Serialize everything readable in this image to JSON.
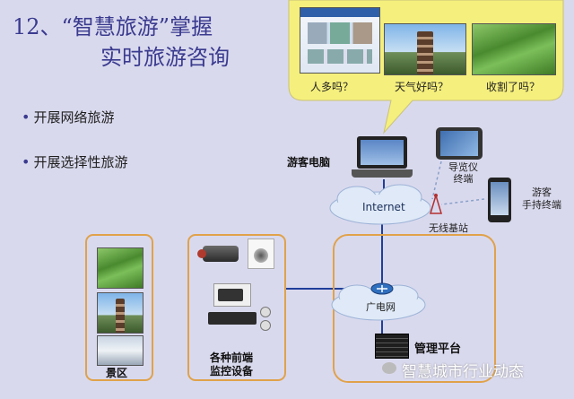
{
  "title": {
    "line1": "12、“智慧旅游”掌握",
    "line2": "实时旅游咨询"
  },
  "bullets": [
    "开展网络旅游",
    "开展选择性旅游"
  ],
  "bubble": {
    "questions": [
      "人多吗？",
      "天气好吗？",
      "收割了吗？"
    ]
  },
  "nodes": {
    "tourist_pc": "游客电脑",
    "internet": "Internet",
    "navigator": "导览仪\n终端",
    "tourist_mobile": "游客\n手持终端",
    "base_station": "无线基站",
    "broadcast_network": "广电网",
    "management_platform": "管理平台",
    "scenic_area": "景区",
    "monitoring_devices": "各种前端\n监控设备"
  },
  "watermark": "智慧城市行业动态",
  "colors": {
    "background": "#d9d9ee",
    "bubble": "#f5ef7d",
    "title": "#3a3a8f",
    "group_border": "#e0a24a",
    "link_line": "#1f3f9a"
  }
}
